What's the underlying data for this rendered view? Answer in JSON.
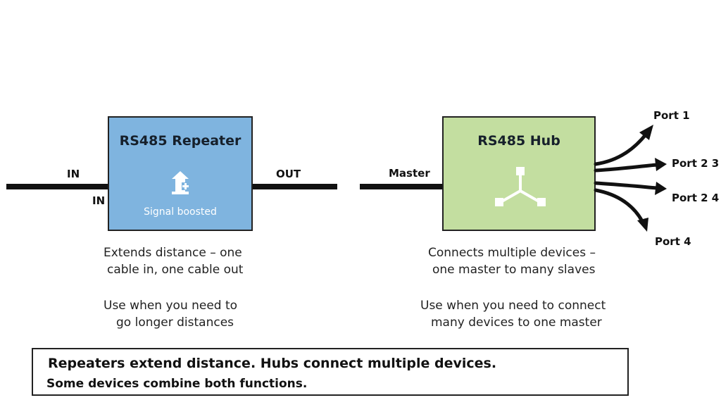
{
  "repeater": {
    "title": "RS485 Repeater",
    "input_label_top": "IN",
    "input_label_bottom": "IN",
    "output_label": "OUT",
    "icon_caption": "Signal boosted",
    "description_line1": "Extends distance – one",
    "description_line2": "cable in, one cable out",
    "usage_line1": "Use when you need to",
    "usage_line2": "go longer distances",
    "icon": "signal-boost-icon",
    "color": "#7fb4df"
  },
  "hub": {
    "title": "RS485 Hub",
    "input_label": "Master",
    "ports": [
      "Port 1",
      "Port 2 3",
      "Port 2 4",
      "Port 4"
    ],
    "description_line1": "Connects multiple devices –",
    "description_line2": "one master to many slaves",
    "usage_line1": "Use when you need to connect",
    "usage_line2": "many devices to one master",
    "icon": "hub-network-icon",
    "color": "#c3dea0"
  },
  "summary": {
    "line1": "Repeaters extend distance. Hubs connect multiple devices.",
    "line2": "Some devices combine both functions."
  }
}
